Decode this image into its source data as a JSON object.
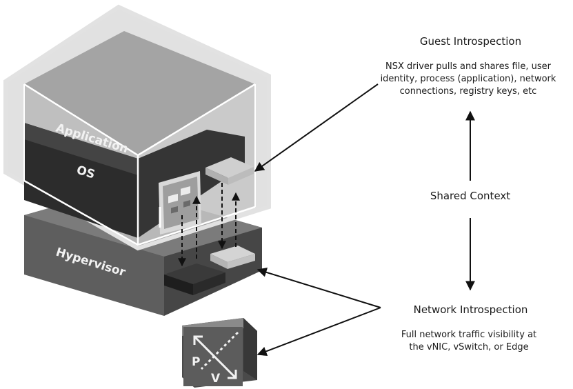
{
  "layers": {
    "application": "Application",
    "os": "OS",
    "hypervisor": "Hypervisor"
  },
  "guest_introspection": {
    "title": "Guest Introspection",
    "description_lines": [
      "NSX driver pulls and shares file, user",
      "identity, process (application), network",
      "connections, registry keys, etc"
    ]
  },
  "shared_context": "Shared Context",
  "network_introspection": {
    "title": "Network Introspection",
    "description_lines": [
      "Full network traffic visibility at",
      "the vNIC, vSwitch, or Edge"
    ]
  },
  "switch_icon": {
    "icon": "vswitch-icon",
    "label_p": "P",
    "label_v": "V"
  }
}
